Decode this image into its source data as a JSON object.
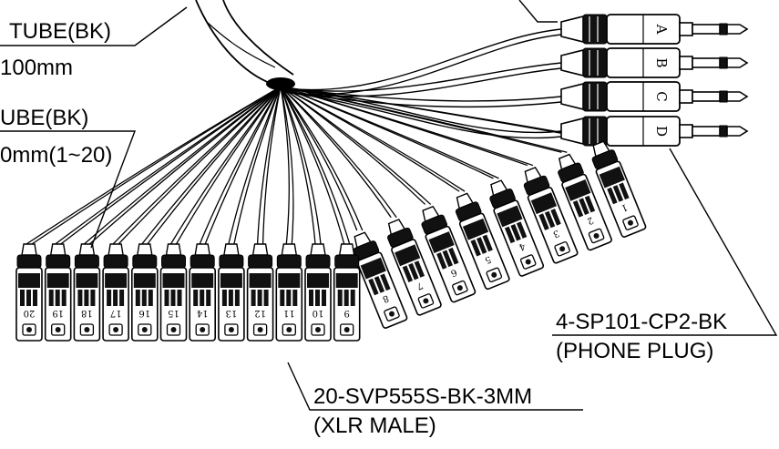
{
  "labels": {
    "tube1_name": "TUBE(BK)",
    "tube1_len": "100mm",
    "tube2_name": "UBE(BK)",
    "tube2_len": "0mm(1~20)",
    "plug_part": "4-SP101-CP2-BK",
    "plug_desc": "(PHONE PLUG)",
    "xlr_part": "20-SVP555S-BK-3MM",
    "xlr_desc": "(XLR MALE)"
  },
  "phone_plugs": [
    "A",
    "B",
    "C",
    "D"
  ],
  "xlr_connectors": [
    "1",
    "2",
    "3",
    "4",
    "5",
    "6",
    "7",
    "8",
    "9",
    "10",
    "11",
    "12",
    "13",
    "14",
    "15",
    "16",
    "17",
    "18",
    "19",
    "20"
  ]
}
